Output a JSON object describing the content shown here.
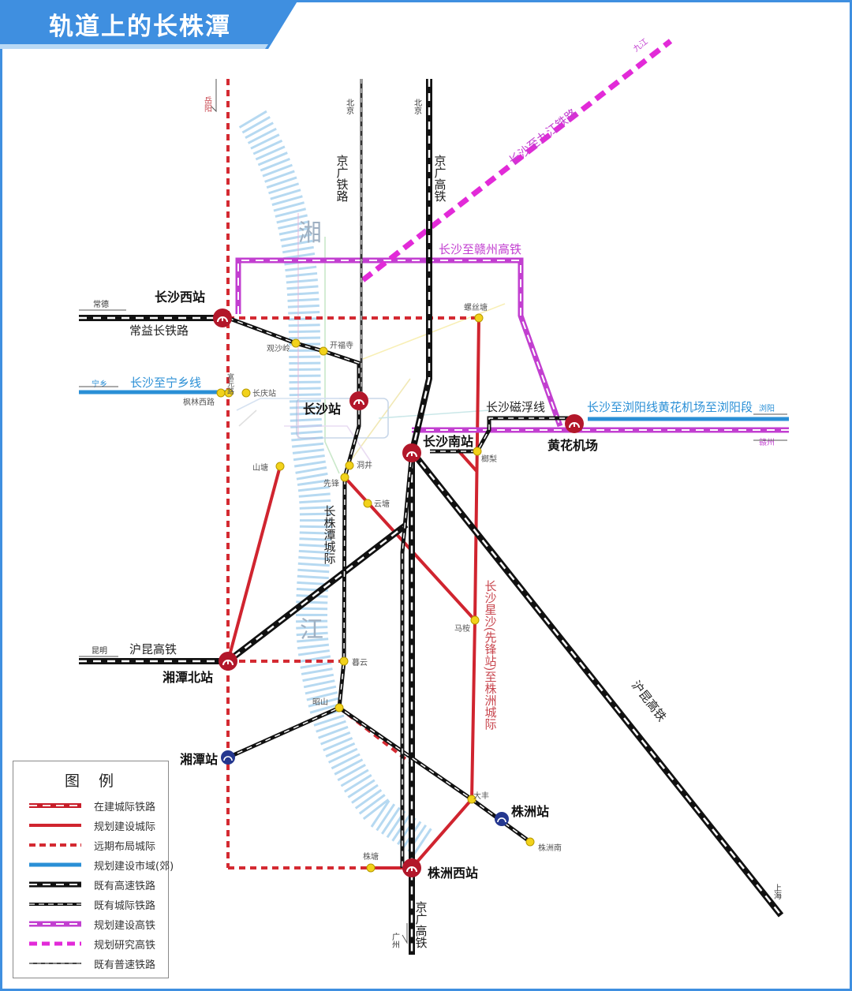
{
  "header": {
    "title": "轨道上的长株潭"
  },
  "colors": {
    "construct_red": "#c81e2a",
    "plan_red": "#d0242f",
    "far_red": "#d42a32",
    "metro_blue": "#2a8fd6",
    "hsr": "#111111",
    "plan_hsr_magenta": "#c23fd0",
    "study_hsr_magenta": "#e22ad8",
    "river": "#a9d2ee",
    "header_blue": "#3f8fe0"
  },
  "river_label": {
    "top": "湘",
    "bottom": "江"
  },
  "directions": {
    "yueyang": "岳阳",
    "beijing_a": "北京",
    "beijing_b": "北京",
    "jiujiang": "九江",
    "changde": "常德",
    "ningxiang": "宁乡",
    "liuyang": "浏阳",
    "ganzhou": "赣州",
    "kunming": "昆明",
    "guangzhou": "广州",
    "shanghai": "上海"
  },
  "line_labels": {
    "jingguang_rail": "京广铁路",
    "jingguang_hsr": "京广高铁",
    "jingguang_hsr_south": "京广高铁",
    "changjiu": "长沙至九江铁路",
    "changgan": "长沙至赣州高铁",
    "changyichang": "常益长铁路",
    "changning": "长沙至宁乡线",
    "maglev": "长沙磁浮线",
    "liuyang_line": "长沙至浏阳线黄花机场至浏阳段",
    "hukun": "沪昆高铁",
    "hukun_south": "沪昆高铁",
    "czt_intercity": "长株潭城际",
    "xingsha_intercity": "长沙星沙(先锋站)至株洲城际"
  },
  "stations": {
    "changsha_west": "长沙西站",
    "changsha": "长沙站",
    "changsha_south": "长沙南站",
    "huanghua": "黄花机场",
    "xiangtan_north": "湘潭北站",
    "xiangtan": "湘潭站",
    "zhuzhou": "株洲站",
    "zhuzhou_west": "株洲西站"
  },
  "stops": {
    "guanshaling": "观沙岭",
    "kaifusi": "开福寺",
    "fuyuanlu": "富元路",
    "fenglinxilu": "枫林西路",
    "changqing": "长庆站",
    "luoshitang": "螺丝塘",
    "lijia": "榔梨",
    "shantang": "山塘",
    "dongjing": "洞井",
    "xianfeng": "先锋",
    "yuntang": "云塘",
    "mayi": "马桉",
    "muyun": "暮云",
    "zhaoshan": "昭山",
    "dafeng": "大丰",
    "zhuzhou_south": "株洲南",
    "zhutang": "株塘"
  },
  "legend": {
    "title": "图例",
    "items": [
      {
        "style": "construct",
        "label": "在建城际铁路"
      },
      {
        "style": "plan_intercity",
        "label": "规划建设城际"
      },
      {
        "style": "far_intercity",
        "label": "远期布局城际"
      },
      {
        "style": "metro",
        "label": "规划建设市域(郊)"
      },
      {
        "style": "hsr",
        "label": "既有高速铁路"
      },
      {
        "style": "exist_intercity",
        "label": "既有城际铁路"
      },
      {
        "style": "plan_hsr",
        "label": "规划建设高铁"
      },
      {
        "style": "study_hsr",
        "label": "规划研究高铁"
      },
      {
        "style": "normal",
        "label": "既有普速铁路"
      }
    ]
  }
}
